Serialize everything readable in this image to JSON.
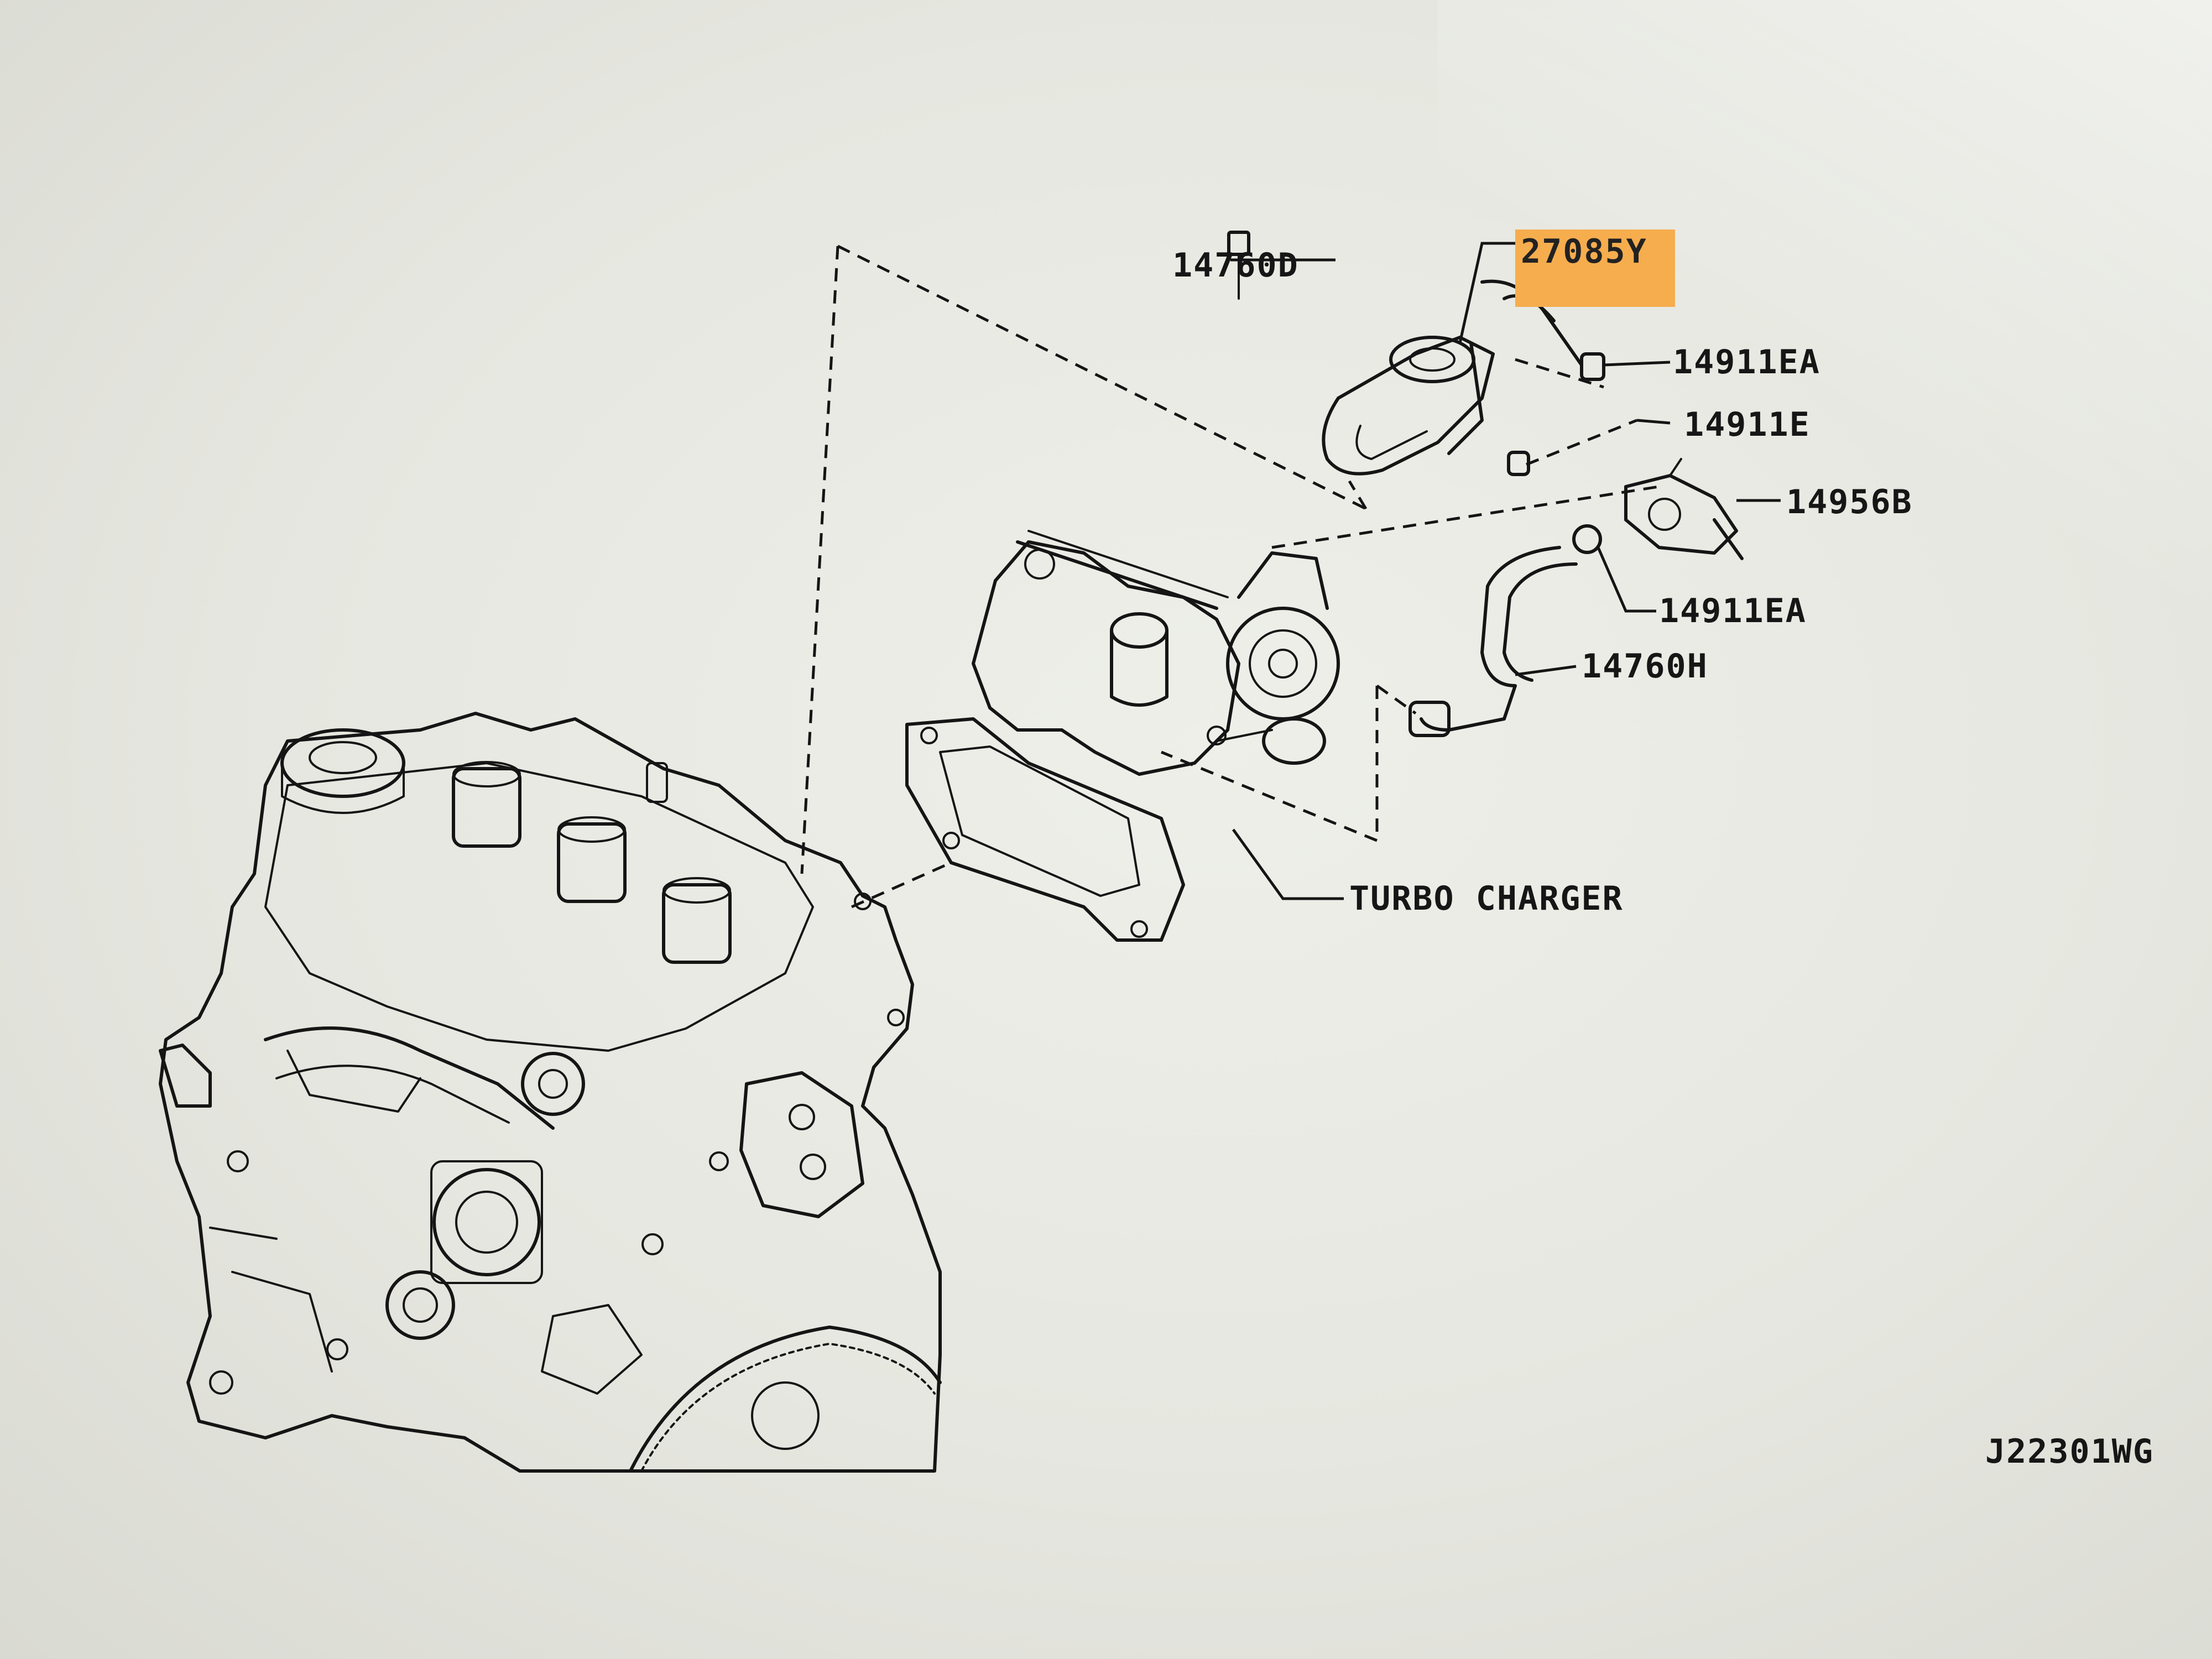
{
  "callouts": {
    "p14760d": "14760D",
    "p27085y": "27085Y",
    "p14911ea_top": "14911EA",
    "p14911e": "14911E",
    "p14956b": "14956B",
    "p14911ea_bottom": "14911EA",
    "p14760h": "14760H",
    "turbo_charger": "TURBO CHARGER"
  },
  "figure_code": "J22301WG",
  "colors": {
    "highlight": "#f6ad4e",
    "ink": "#151515",
    "paper": "#e8e9e2"
  }
}
